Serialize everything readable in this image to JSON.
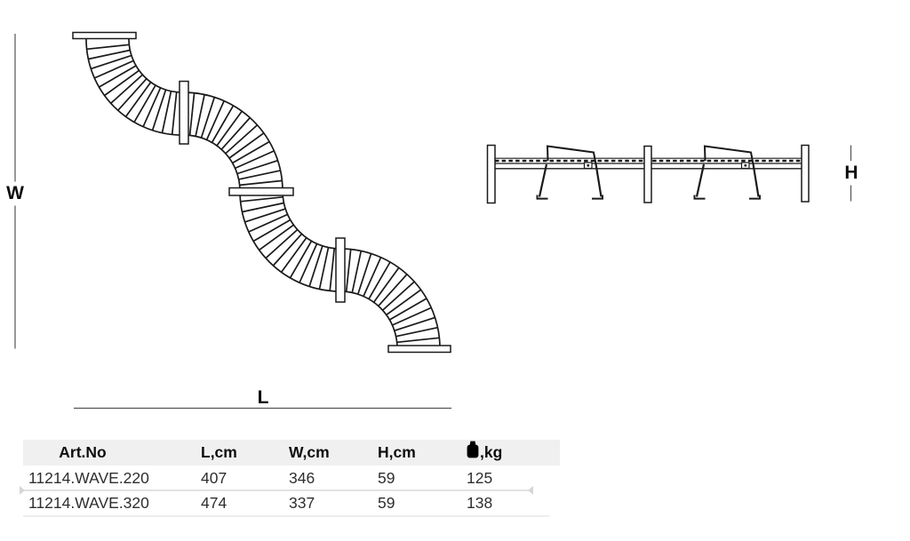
{
  "dimensions": {
    "width_label": "W",
    "length_label": "L",
    "height_label": "H"
  },
  "table": {
    "headers": [
      "Art.No",
      "L,cm",
      "W,cm",
      "H,cm",
      ",kg"
    ],
    "weight_icon": "weight-icon",
    "rows": [
      [
        "11214.WAVE.220",
        "407",
        "346",
        "59",
        "125"
      ],
      [
        "11214.WAVE.320",
        "474",
        "337",
        "59",
        "138"
      ]
    ]
  }
}
